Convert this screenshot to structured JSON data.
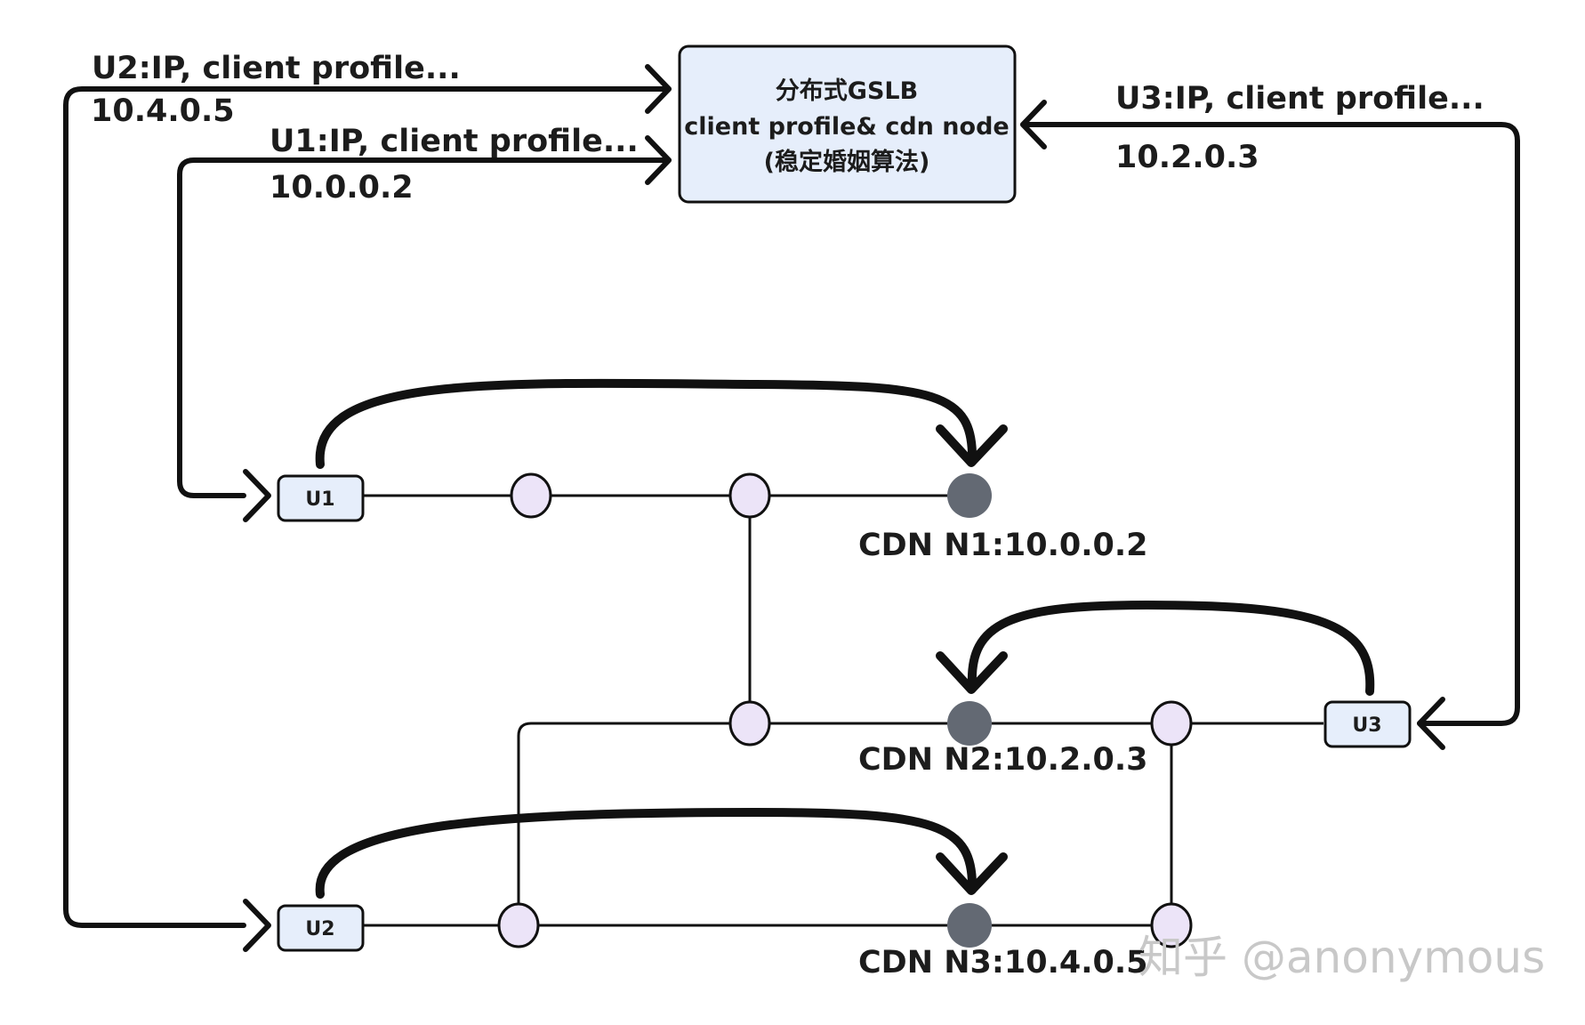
{
  "gslb": {
    "line1": "分布式GSLB",
    "line2": "client profile& cdn node",
    "line3": "(稳定婚姻算法)"
  },
  "requests": {
    "u2": {
      "label": "U2:IP, client profile...",
      "ip": "10.4.0.5"
    },
    "u1": {
      "label": "U1:IP, client profile...",
      "ip": "10.0.0.2"
    },
    "u3": {
      "label": "U3:IP, client profile...",
      "ip": "10.2.0.3"
    }
  },
  "users": {
    "u1": "U1",
    "u2": "U2",
    "u3": "U3"
  },
  "cdn": {
    "n1": "CDN N1:10.0.0.2",
    "n2": "CDN N2:10.2.0.3",
    "n3": "CDN N3:10.4.0.5"
  },
  "watermark": "知乎 @anonymous",
  "colors": {
    "gslb_fill": "#e6eefb",
    "user_fill": "#e6eefb",
    "router_fill": "#ece4f8",
    "cdn_fill": "#636973",
    "stroke": "#111111"
  }
}
